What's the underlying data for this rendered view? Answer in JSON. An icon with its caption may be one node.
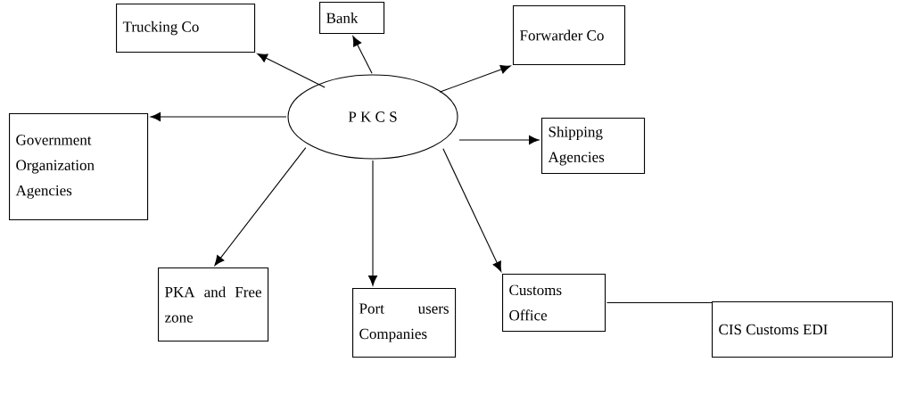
{
  "diagram": {
    "nodes": [
      {
        "text": [
          "P K C S"
        ]
      },
      {
        "text": [
          "Trucking Co"
        ]
      },
      {
        "text": [
          "Bank"
        ]
      },
      {
        "text": [
          "Forwarder Co"
        ]
      },
      {
        "text": [
          "Government Organization Agencies"
        ]
      },
      {
        "text": [
          "Shipping Agencies"
        ]
      },
      {
        "text": [
          "PKA and Free zone"
        ]
      },
      {
        "text": [
          "Port users Companies"
        ]
      },
      {
        "text": [
          "Customs Office"
        ]
      },
      {
        "text": [
          "CIS Customs EDI"
        ]
      }
    ],
    "edges": [
      {
        "from": 0,
        "to": 1,
        "arrow": "to"
      },
      {
        "from": 0,
        "to": 2,
        "arrow": "to"
      },
      {
        "from": 0,
        "to": 3,
        "arrow": "to"
      },
      {
        "from": 0,
        "to": 4,
        "arrow": "to"
      },
      {
        "from": 0,
        "to": 5,
        "arrow": "to"
      },
      {
        "from": 0,
        "to": 6,
        "arrow": "to"
      },
      {
        "from": 0,
        "to": 7,
        "arrow": "to"
      },
      {
        "from": 0,
        "to": 8,
        "arrow": "to"
      },
      {
        "from": 8,
        "to": 9,
        "arrow": "none"
      }
    ]
  }
}
